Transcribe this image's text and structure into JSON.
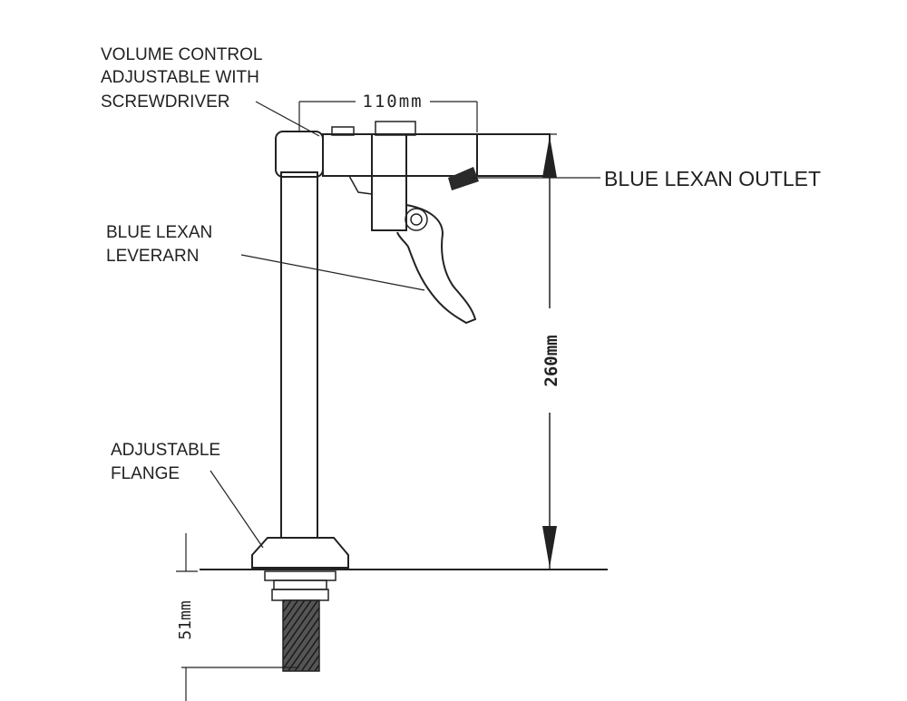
{
  "callouts": {
    "volume_control_line1": "VOLUME CONTROL",
    "volume_control_line2": "ADJUSTABLE WITH",
    "volume_control_line3": "SCREWDRIVER",
    "outlet": "BLUE LEXAN OUTLET",
    "lever_line1": "BLUE LEXAN",
    "lever_line2": "LEVERARN",
    "flange_line1": "ADJUSTABLE",
    "flange_line2": "FLANGE"
  },
  "dimensions": {
    "spout_reach": "110mm",
    "height": "260mm",
    "shank": "51mm"
  },
  "colors": {
    "line": "#222222",
    "thread": "#3a3a3a",
    "background": "#ffffff"
  }
}
